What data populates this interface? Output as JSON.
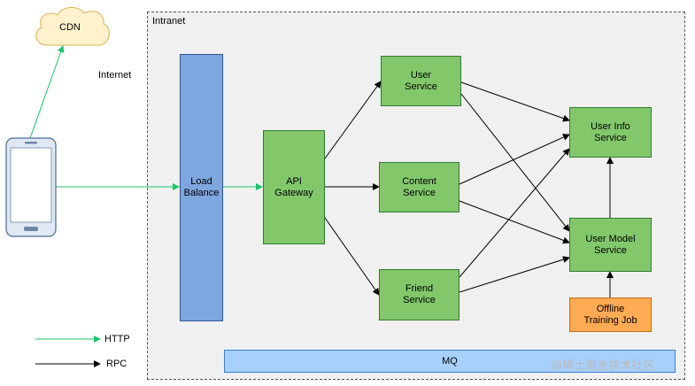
{
  "cdn": {
    "label": "CDN"
  },
  "internet_label": "Internet",
  "intranet_label": "Intranet",
  "nodes": {
    "load_balance": "Load\nBalance",
    "api_gateway": "API\nGateway",
    "user_service": "User\nService",
    "content_service": "Content\nService",
    "friend_service": "Friend\nService",
    "user_info_service": "User Info\nService",
    "user_model_service": "User Model\nService",
    "offline_training_job": "Offline\nTraining Job",
    "mq": "MQ"
  },
  "legend": {
    "http": "HTTP",
    "rpc": "RPC"
  },
  "colors": {
    "http_arrow": "#1cc36a",
    "rpc_arrow": "#000000",
    "service_fill": "#82c86b",
    "load_balance_fill": "#7ea6e0",
    "mq_fill": "#a7d1fb",
    "offline_fill": "#ffaa55"
  },
  "watermark": "@稀土掘金技术社区"
}
